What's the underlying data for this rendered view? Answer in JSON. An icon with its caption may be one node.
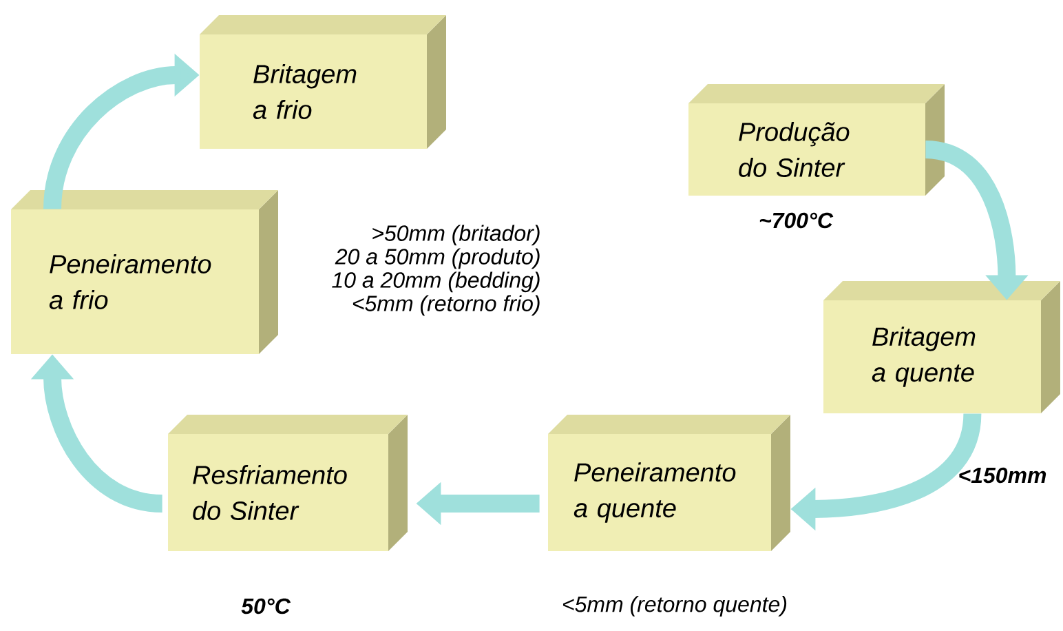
{
  "diagram": {
    "nodes": [
      {
        "text": [
          "Britagem a frio"
        ]
      },
      {
        "text": [
          "Produção do Sinter"
        ],
        "beside": [
          "~700°C"
        ]
      },
      {
        "text": [
          "Britagem a quente"
        ],
        "beside": [
          "<150mm"
        ]
      },
      {
        "text": [
          "Peneiramento a quente"
        ],
        "beside": [
          "<5mm (retorno quente)"
        ]
      },
      {
        "text": [
          "Resfriamento do Sinter"
        ],
        "beside": [
          "50°C"
        ]
      },
      {
        "text": [
          "Peneiramento a frio"
        ],
        "beside": [
          ">50mm (britador)",
          "20 a 50mm (produto)",
          "10 a 20mm (bedding)",
          "<5mm (retorno frio)"
        ]
      }
    ],
    "edges": [
      {
        "from": 1,
        "to": 2,
        "arrow": "to"
      },
      {
        "from": 2,
        "to": 3,
        "arrow": "to"
      },
      {
        "from": 3,
        "to": 4,
        "arrow": "to"
      },
      {
        "from": 4,
        "to": 5,
        "arrow": "to"
      },
      {
        "from": 5,
        "to": 0,
        "arrow": "to"
      }
    ]
  }
}
